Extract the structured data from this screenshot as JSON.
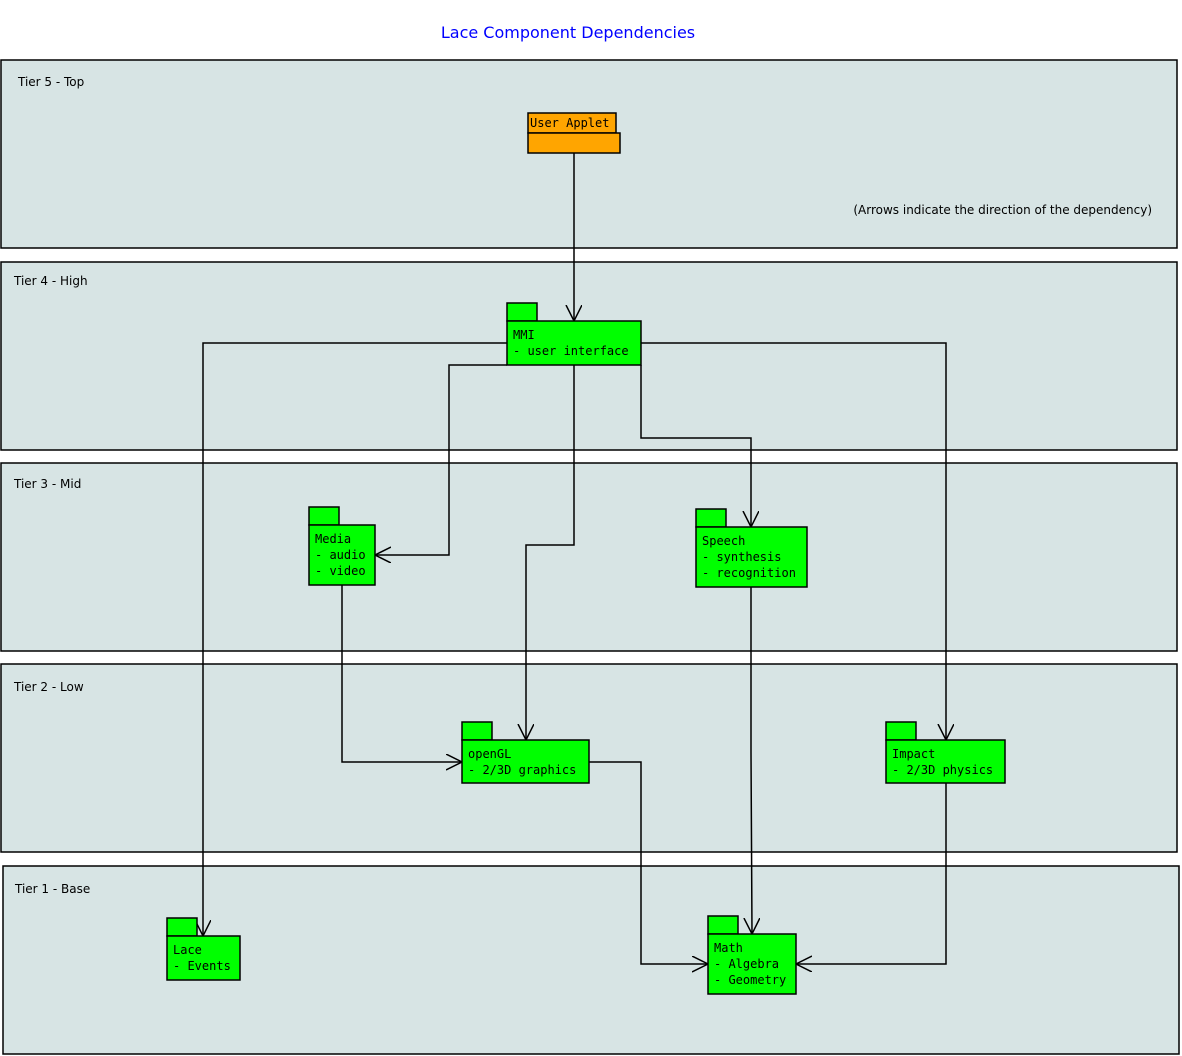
{
  "title": "Lace Component Dependencies",
  "note": "(Arrows indicate the direction of the dependency)",
  "colors": {
    "tier_fill": "#d7e4e4",
    "package_green": "#00ff00",
    "package_orange": "#ffa500",
    "title": "#0000ff"
  },
  "tiers": [
    {
      "label": "Tier 5 - Top"
    },
    {
      "label": "Tier 4 - High"
    },
    {
      "label": "Tier 3 - Mid"
    },
    {
      "label": "Tier 2 - Low"
    },
    {
      "label": "Tier 1 - Base"
    }
  ],
  "packages": {
    "user_applet": {
      "lines": [
        "User Applet"
      ],
      "color": "#ffa500"
    },
    "mmi": {
      "lines": [
        "MMI",
        "- user interface"
      ],
      "color": "#00ff00"
    },
    "media": {
      "lines": [
        "Media",
        "- audio",
        "- video"
      ],
      "color": "#00ff00"
    },
    "speech": {
      "lines": [
        "Speech",
        "- synthesis",
        "- recognition"
      ],
      "color": "#00ff00"
    },
    "opengl": {
      "lines": [
        "openGL",
        "- 2/3D graphics"
      ],
      "color": "#00ff00"
    },
    "impact": {
      "lines": [
        "Impact",
        "- 2/3D physics"
      ],
      "color": "#00ff00"
    },
    "lace": {
      "lines": [
        "Lace",
        "- Events"
      ],
      "color": "#00ff00"
    },
    "math": {
      "lines": [
        "Math",
        "- Algebra",
        "- Geometry"
      ],
      "color": "#00ff00"
    }
  },
  "dependencies": [
    {
      "from": "User Applet",
      "to": "MMI"
    },
    {
      "from": "MMI",
      "to": "Lace"
    },
    {
      "from": "MMI",
      "to": "Impact"
    },
    {
      "from": "MMI",
      "to": "Media"
    },
    {
      "from": "MMI",
      "to": "openGL"
    },
    {
      "from": "MMI",
      "to": "Speech"
    },
    {
      "from": "Media",
      "to": "openGL"
    },
    {
      "from": "Speech",
      "to": "Math"
    },
    {
      "from": "openGL",
      "to": "Math"
    },
    {
      "from": "Impact",
      "to": "Math"
    }
  ]
}
